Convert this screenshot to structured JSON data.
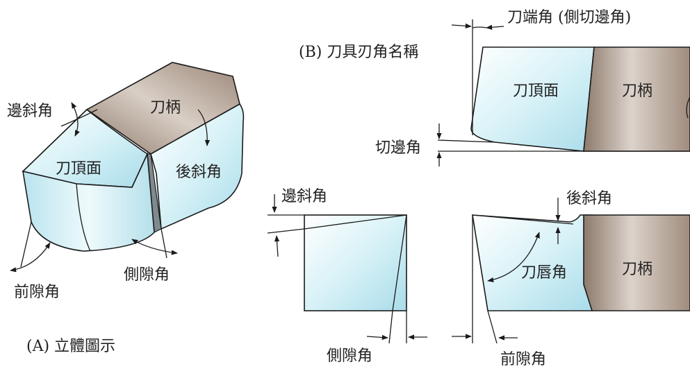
{
  "panel_a": {
    "caption": "(A) 立體圖示",
    "labels": {
      "side_rake": "邊斜角",
      "shank": "刀柄",
      "face": "刀頂面",
      "back_rake": "後斜角",
      "side_relief": "側隙角",
      "end_relief": "前隙角"
    }
  },
  "panel_b": {
    "caption": "(B) 刀具刃角名稱",
    "top": {
      "end_cutting_edge_angle": "刀端角 (側切邊角)",
      "face": "刀頂面",
      "shank": "刀柄",
      "side_cutting_edge_angle": "切邊角"
    },
    "left": {
      "side_rake": "邊斜角",
      "side_relief": "側隙角"
    },
    "right": {
      "back_rake": "後斜角",
      "lip_angle": "刀唇角",
      "shank": "刀柄",
      "end_relief": "前隙角"
    }
  },
  "colors": {
    "face_cyan": "#d6f1f7",
    "shank_brown": "#a89484",
    "outline": "#1a1a1a"
  }
}
